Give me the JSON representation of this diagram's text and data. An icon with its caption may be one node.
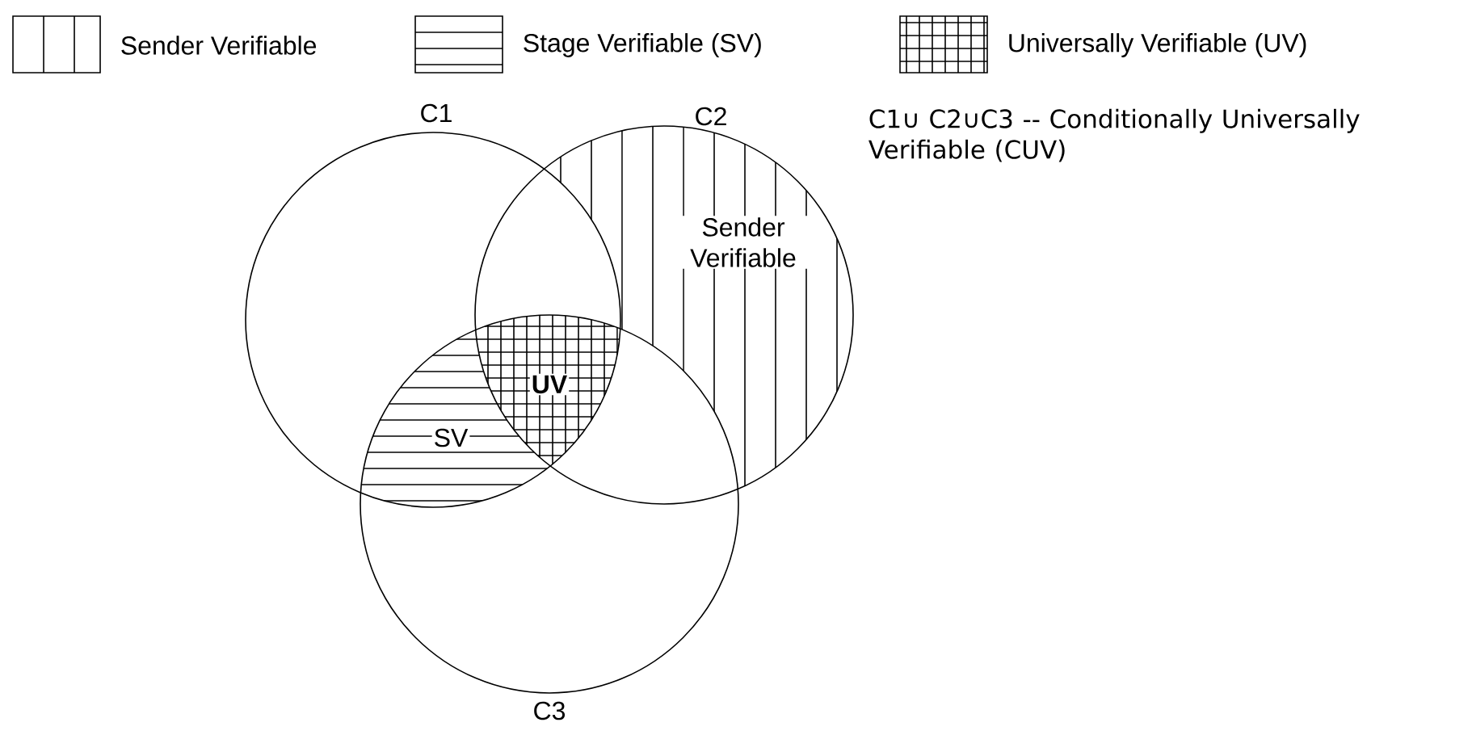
{
  "diagram": {
    "nodes": [
      {
        "text": [
          "C1"
        ]
      },
      {
        "text": [
          "C2"
        ]
      },
      {
        "text": [
          "C3"
        ]
      }
    ],
    "labels": [
      "C1∪ C2∪C3 -- Conditionally Universally Verifiable (CUV)",
      "Sender Verifiable",
      "UV",
      "SV"
    ],
    "legend": [
      {
        "text": "Sender Verifiable"
      },
      {
        "text": "Stage Verifiable (SV)"
      },
      {
        "text": "Universally Verifiable (UV)"
      }
    ]
  }
}
